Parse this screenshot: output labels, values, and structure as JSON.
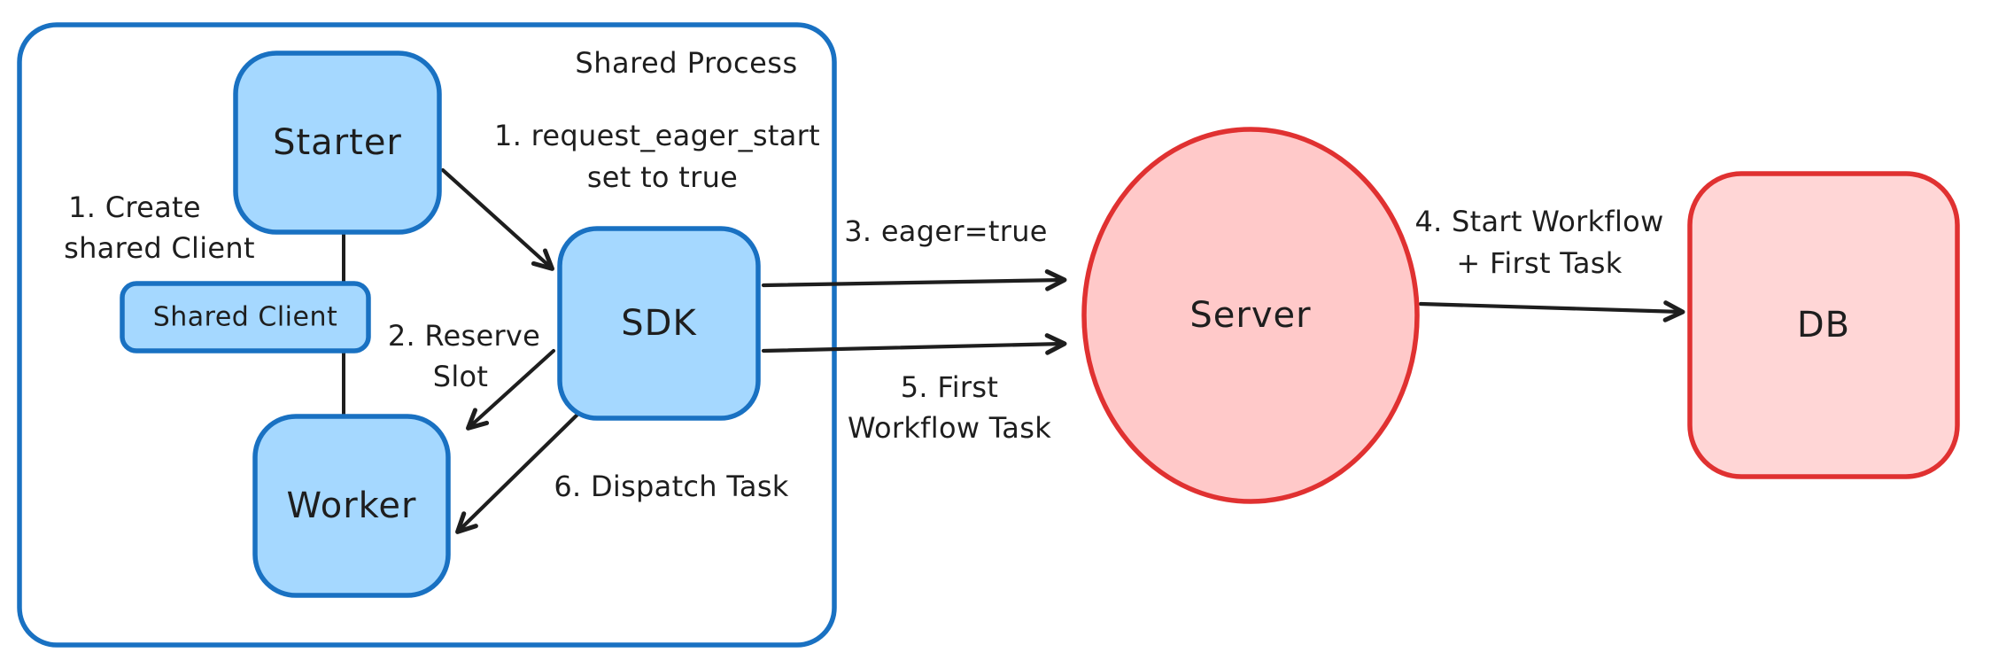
{
  "diagram": {
    "frame": {
      "label": "Shared Process"
    },
    "nodes": {
      "starter": "Starter",
      "shared_client": "Shared Client",
      "worker": "Worker",
      "sdk": "SDK",
      "server": "Server",
      "db": "DB"
    },
    "labels": {
      "create_shared_client_1": "1. Create",
      "create_shared_client_2": "shared Client",
      "request_eager_start_1": "1. request_eager_start",
      "request_eager_start_2": "set to true",
      "reserve_slot_1": "2. Reserve",
      "reserve_slot_2": "Slot",
      "eager_true": "3. eager=true",
      "start_workflow_1": "4. Start Workflow",
      "start_workflow_2": "+ First Task",
      "first_workflow_task_1": "5. First",
      "first_workflow_task_2": "Workflow Task",
      "dispatch_task": "6. Dispatch Task"
    },
    "colors": {
      "blue_stroke": "#1971c2",
      "blue_fill": "#a5d8ff",
      "red_stroke": "#e03131",
      "red_fill": "#ffc9c9",
      "red_fill_light": "#ffd6d6",
      "ink": "#1e1e1e",
      "background": "#ffffff"
    }
  }
}
